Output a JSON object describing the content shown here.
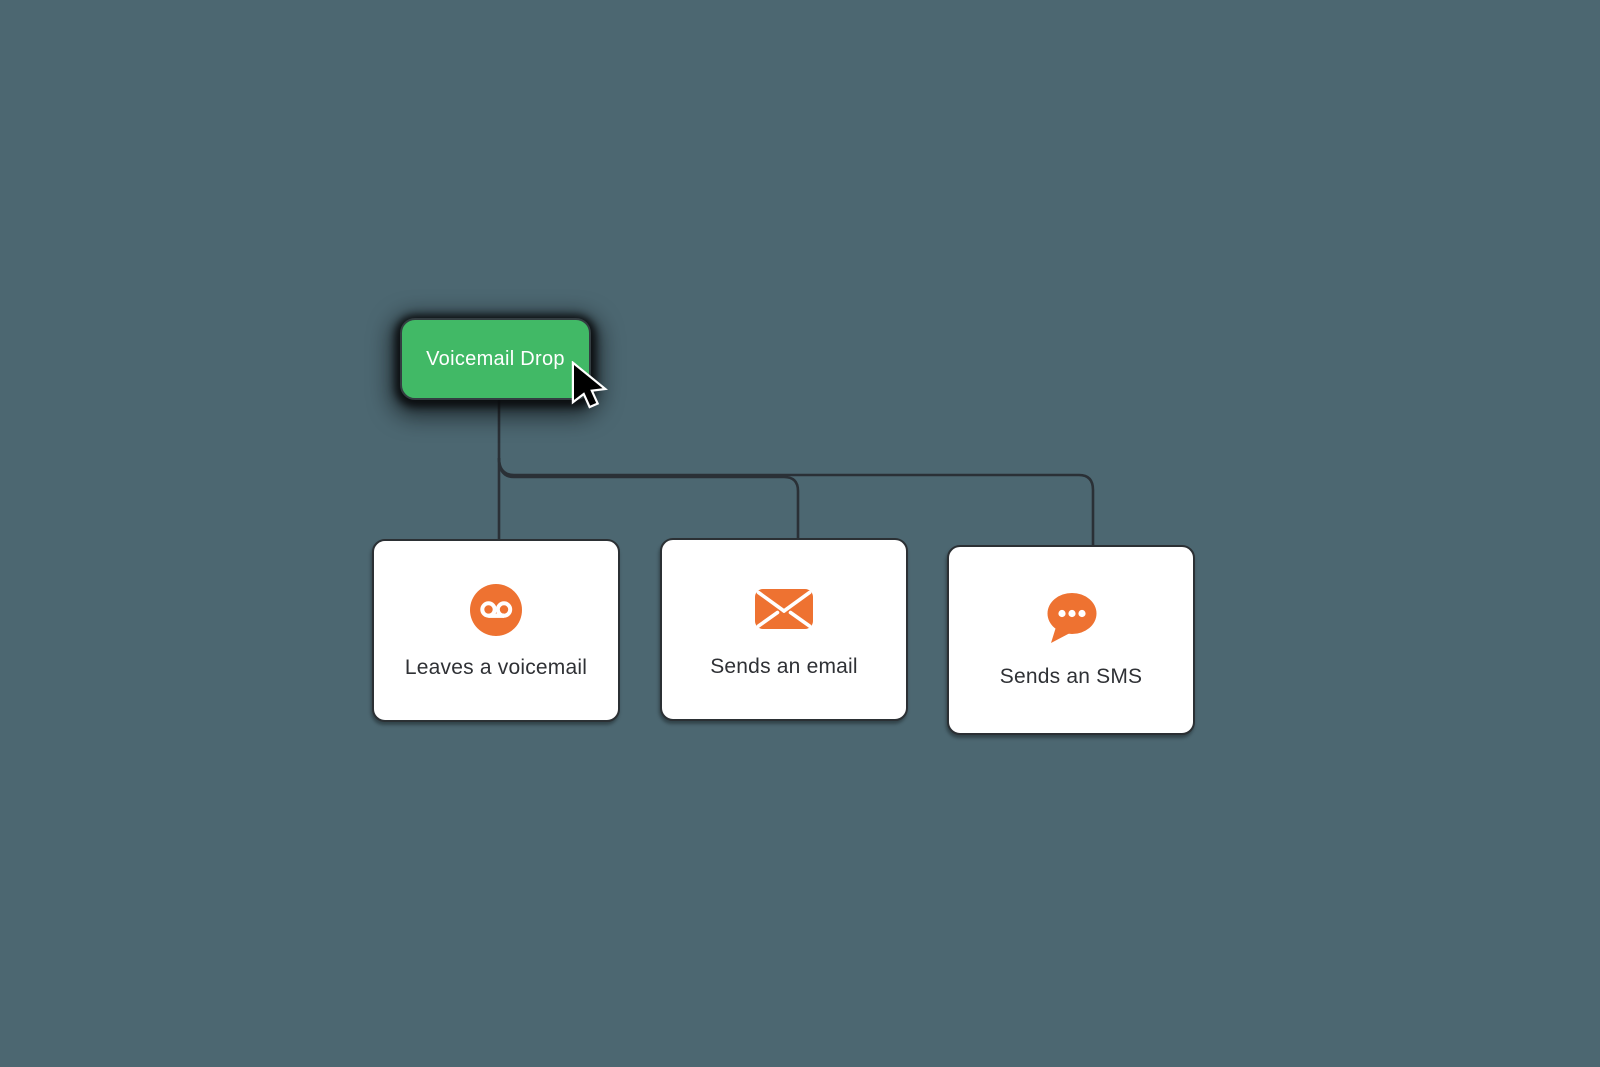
{
  "flow": {
    "trigger": {
      "label": "Voicemail Drop",
      "icon": "none"
    },
    "actions": [
      {
        "label": "Leaves a voicemail",
        "icon": "voicemail-icon"
      },
      {
        "label": "Sends an email",
        "icon": "email-envelope-icon"
      },
      {
        "label": "Sends an SMS",
        "icon": "sms-chat-bubble-icon"
      }
    ]
  },
  "colors": {
    "background": "#4C6771",
    "trigger_green": "#41B966",
    "icon_orange": "#EE7231",
    "connector_line": "#2A3036",
    "card_background": "#FFFFFF",
    "card_border": "#2B3034",
    "card_text": "#2F3135",
    "trigger_text": "#FFFFFF"
  }
}
